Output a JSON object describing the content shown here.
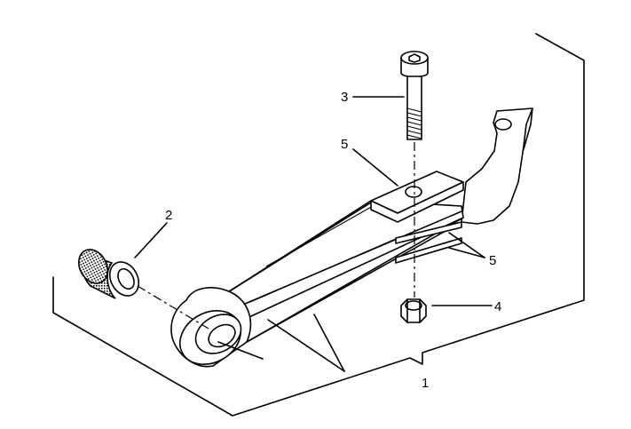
{
  "callouts": {
    "item_1": "1",
    "item_2": "2",
    "item_3": "3",
    "item_4": "4",
    "item_5_upper": "5",
    "item_5_lower": "5"
  },
  "colors": {
    "ink": "#000000",
    "paper": "#ffffff"
  }
}
